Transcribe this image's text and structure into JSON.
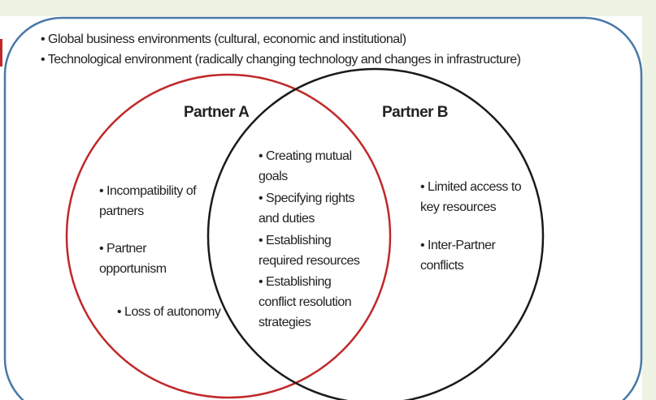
{
  "environment": [
    "• Global business environments (cultural, economic and institutional)",
    "• Technological environment (radically changing technology and changes in infrastructure)"
  ],
  "partner_a": {
    "title": "Partner A",
    "items": [
      "• Incompatibility of",
      "partners",
      "• Partner",
      "opportunism",
      "• Loss of autonomy"
    ]
  },
  "partner_b": {
    "title": "Partner B",
    "items": [
      "• Limited access to",
      "key resources",
      "• Inter-Partner",
      "conflicts"
    ]
  },
  "shared": {
    "items": [
      "• Creating mutual",
      "goals",
      "• Specifying rights",
      "and duties",
      "• Establishing",
      "required resources",
      "• Establishing",
      "conflict resolution",
      "strategies"
    ]
  },
  "colors": {
    "partner_a": "#c0282a",
    "partner_b": "#1a1a1a",
    "frame": "#4a78a8"
  }
}
